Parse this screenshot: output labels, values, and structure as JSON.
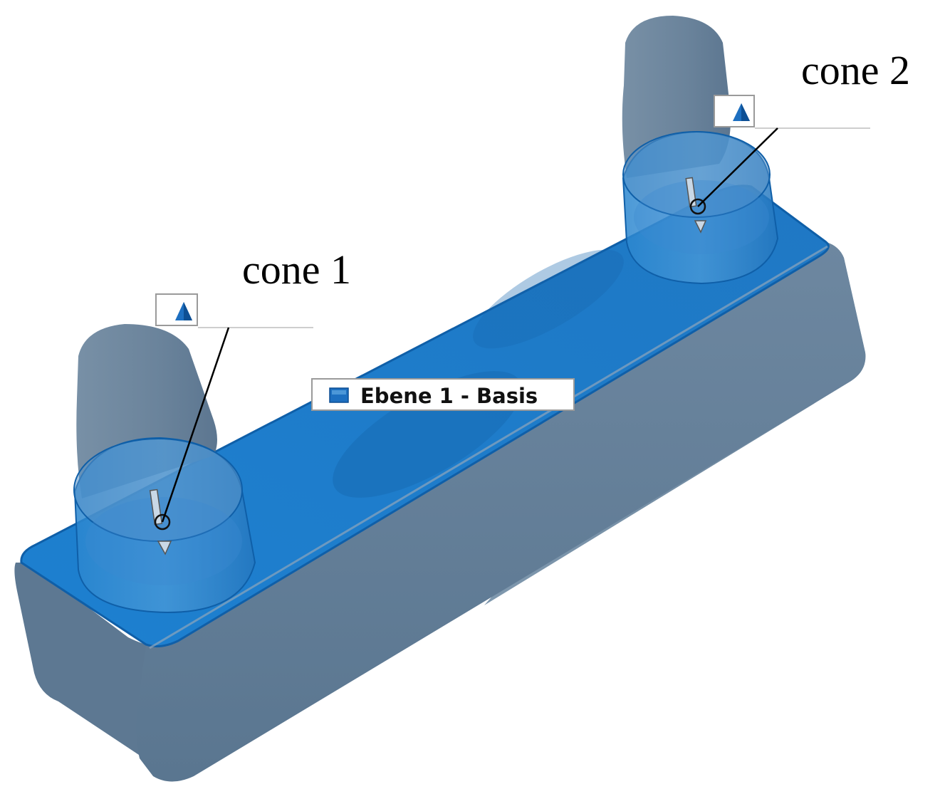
{
  "annotations": {
    "cone_1": {
      "caption": "cone 1",
      "icon": "cone-icon"
    },
    "cone_2": {
      "caption": "cone 2",
      "icon": "cone-icon"
    },
    "plane": {
      "label": "Ebene 1 - Basis",
      "icon": "plane-square-icon"
    }
  },
  "colors": {
    "body_gray": "#5f7b95",
    "body_gray_light": "#7a93aa",
    "highlight_blue": "#1a7fd0",
    "edge_blue": "#0f5fa8",
    "label_border": "#9a9a9a",
    "leader_line": "#000000"
  }
}
